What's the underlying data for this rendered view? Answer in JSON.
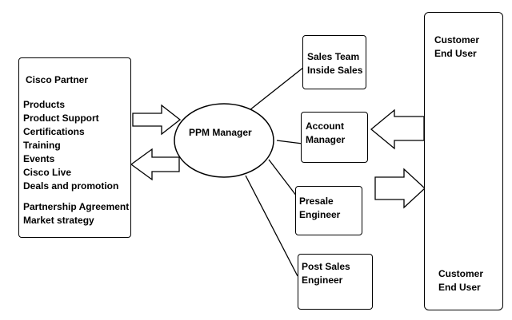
{
  "partner": {
    "title": "Cisco Partner",
    "items_group1": [
      "Products",
      "Product Support"
    ],
    "items_group2": [
      "Certifications",
      "Training",
      "Events",
      "Cisco Live",
      "Deals and promotion"
    ],
    "items_group3": [
      "Partnership Agreement",
      "Market strategy"
    ]
  },
  "center": {
    "label": "PPM Manager"
  },
  "roles": [
    {
      "line1": "Sales Team",
      "line2": "Inside Sales"
    },
    {
      "line1": "Account",
      "line2": "Manager"
    },
    {
      "line1": "Presale",
      "line2": "Engineer"
    },
    {
      "line1": "Post Sales",
      "line2": "Engineer"
    }
  ],
  "customer": {
    "top_line1": "Customer",
    "top_line2": "End User",
    "bottom_line1": "Customer",
    "bottom_line2": "End User"
  }
}
